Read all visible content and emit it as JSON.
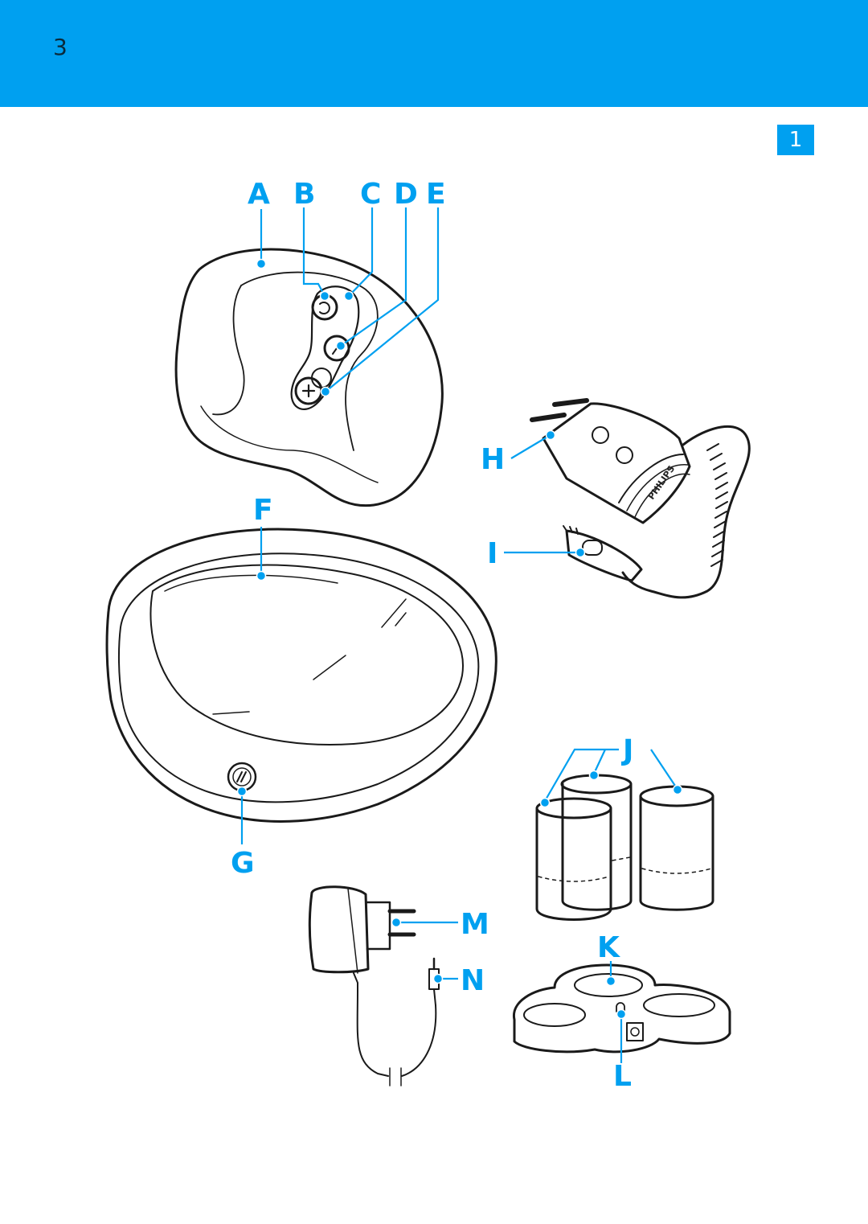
{
  "page": {
    "number": "3",
    "figure_number": "1"
  },
  "callouts": {
    "A": "A",
    "B": "B",
    "C": "C",
    "D": "D",
    "E": "E",
    "F": "F",
    "G": "G",
    "H": "H",
    "I": "I",
    "J": "J",
    "K": "K",
    "L": "L",
    "M": "M",
    "N": "N"
  },
  "brand": "PHILIPS",
  "colors": {
    "accent": "#00a0f0",
    "line": "#1a1a1a"
  },
  "icons": [
    "refresh-icon",
    "minus-icon",
    "plus-icon",
    "pump-icon"
  ]
}
